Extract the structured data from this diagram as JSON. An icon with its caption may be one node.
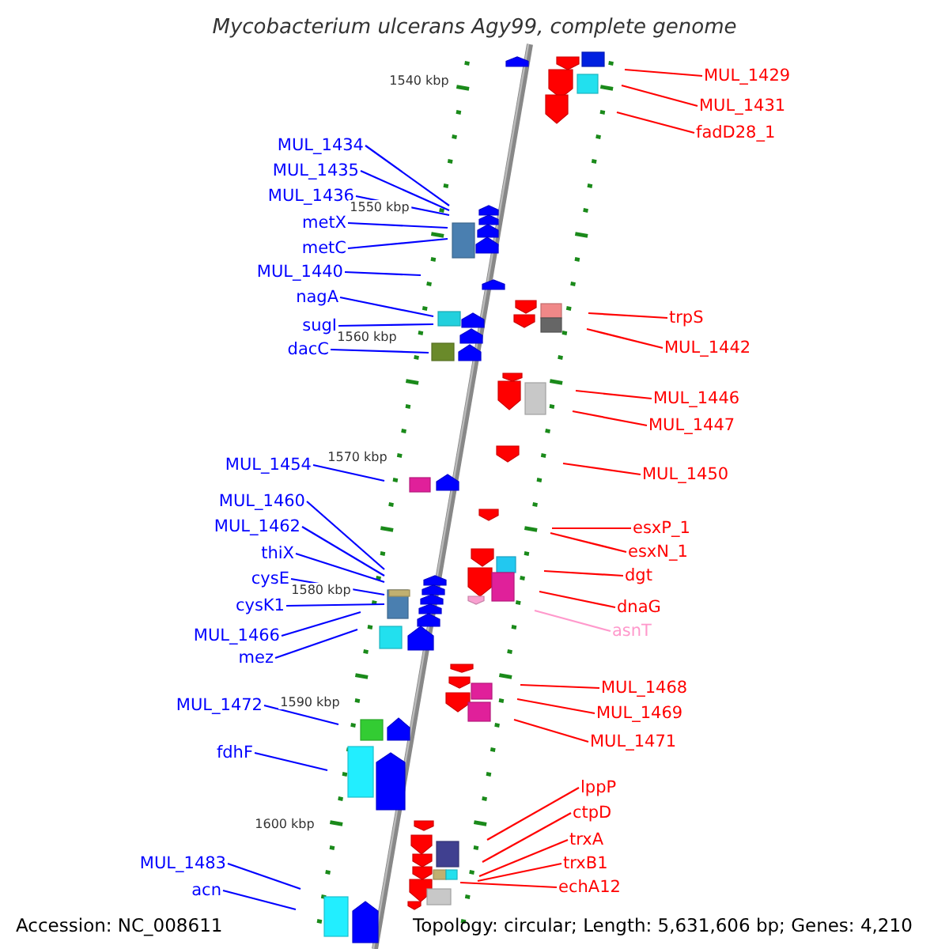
{
  "diagram": {
    "title": "Mycobacterium ulcerans Agy99, complete genome",
    "nodes": [
      {
        "text": [
          "MUL_1429"
        ]
      },
      {
        "text": [
          "MUL_1431"
        ]
      },
      {
        "text": [
          "fadD28_1"
        ]
      },
      {
        "text": [
          "MUL_1434"
        ]
      },
      {
        "text": [
          "MUL_1435"
        ]
      },
      {
        "text": [
          "MUL_1436"
        ]
      },
      {
        "text": [
          "metX"
        ]
      },
      {
        "text": [
          "metC"
        ]
      },
      {
        "text": [
          "MUL_1440"
        ]
      },
      {
        "text": [
          "nagA"
        ]
      },
      {
        "text": [
          "trpS"
        ]
      },
      {
        "text": [
          "sugI"
        ]
      },
      {
        "text": [
          "MUL_1442"
        ]
      },
      {
        "text": [
          "dacC"
        ]
      },
      {
        "text": [
          "MUL_1446"
        ]
      },
      {
        "text": [
          "MUL_1447"
        ]
      },
      {
        "text": [
          "MUL_1454"
        ]
      },
      {
        "text": [
          "MUL_1450"
        ]
      },
      {
        "text": [
          "MUL_1460"
        ]
      },
      {
        "text": [
          "MUL_1462"
        ]
      },
      {
        "text": [
          "esxP_1"
        ]
      },
      {
        "text": [
          "esxN_1"
        ]
      },
      {
        "text": [
          "thiX"
        ]
      },
      {
        "text": [
          "dgt"
        ]
      },
      {
        "text": [
          "cysE"
        ]
      },
      {
        "text": [
          "cysK1"
        ]
      },
      {
        "text": [
          "dnaG"
        ]
      },
      {
        "text": [
          "asnT"
        ]
      },
      {
        "text": [
          "MUL_1466"
        ]
      },
      {
        "text": [
          "mez"
        ]
      },
      {
        "text": [
          "MUL_1468"
        ]
      },
      {
        "text": [
          "MUL_1472"
        ]
      },
      {
        "text": [
          "MUL_1469"
        ]
      },
      {
        "text": [
          "MUL_1471"
        ]
      },
      {
        "text": [
          "fdhF"
        ]
      },
      {
        "text": [
          "lppP"
        ]
      },
      {
        "text": [
          "ctpD"
        ]
      },
      {
        "text": [
          "trxA"
        ]
      },
      {
        "text": [
          "MUL_1483"
        ]
      },
      {
        "text": [
          "trxB1"
        ]
      },
      {
        "text": [
          "echA12"
        ]
      },
      {
        "text": [
          "acn"
        ]
      }
    ],
    "edges": [
      {
        "from": 0,
        "to": null,
        "arrow": "none",
        "color": "#ff0000"
      },
      {
        "from": 1,
        "to": null,
        "arrow": "none",
        "color": "#ff0000"
      },
      {
        "from": 2,
        "to": null,
        "arrow": "none",
        "color": "#ff0000"
      },
      {
        "from": 3,
        "to": null,
        "arrow": "none"
      },
      {
        "from": 4,
        "to": null,
        "arrow": "none"
      },
      {
        "from": 5,
        "to": null,
        "arrow": "none"
      },
      {
        "from": 6,
        "to": null,
        "arrow": "none"
      },
      {
        "from": 7,
        "to": null,
        "arrow": "none"
      },
      {
        "from": 8,
        "to": null,
        "arrow": "none"
      },
      {
        "from": 9,
        "to": null,
        "arrow": "none"
      },
      {
        "from": 10,
        "to": null,
        "arrow": "none",
        "color": "#ff0000"
      },
      {
        "from": 11,
        "to": null,
        "arrow": "none"
      },
      {
        "from": 12,
        "to": null,
        "arrow": "none",
        "color": "#ff0000"
      },
      {
        "from": 13,
        "to": null,
        "arrow": "none"
      },
      {
        "from": 14,
        "to": null,
        "arrow": "none",
        "color": "#ff0000"
      },
      {
        "from": 15,
        "to": null,
        "arrow": "none",
        "color": "#ff0000"
      },
      {
        "from": 16,
        "to": null,
        "arrow": "none"
      },
      {
        "from": 17,
        "to": null,
        "arrow": "none",
        "color": "#ff0000"
      },
      {
        "from": 18,
        "to": null,
        "arrow": "none"
      },
      {
        "from": 19,
        "to": null,
        "arrow": "none"
      },
      {
        "from": 20,
        "to": null,
        "arrow": "none",
        "color": "#ff0000"
      },
      {
        "from": 21,
        "to": null,
        "arrow": "none",
        "color": "#ff0000"
      },
      {
        "from": 22,
        "to": null,
        "arrow": "none"
      },
      {
        "from": 23,
        "to": null,
        "arrow": "none",
        "color": "#ff0000"
      },
      {
        "from": 24,
        "to": null,
        "arrow": "none"
      },
      {
        "from": 25,
        "to": null,
        "arrow": "none"
      },
      {
        "from": 26,
        "to": null,
        "arrow": "none",
        "color": "#ff0000"
      },
      {
        "from": 27,
        "to": null,
        "arrow": "none",
        "color": "#ff99cc"
      },
      {
        "from": 28,
        "to": null,
        "arrow": "none"
      },
      {
        "from": 29,
        "to": null,
        "arrow": "none"
      },
      {
        "from": 30,
        "to": null,
        "arrow": "none",
        "color": "#ff0000"
      },
      {
        "from": 31,
        "to": null,
        "arrow": "none"
      },
      {
        "from": 32,
        "to": null,
        "arrow": "none",
        "color": "#ff0000"
      },
      {
        "from": 33,
        "to": null,
        "arrow": "none",
        "color": "#ff0000"
      },
      {
        "from": 34,
        "to": null,
        "arrow": "none"
      },
      {
        "from": 35,
        "to": null,
        "arrow": "none",
        "color": "#ff0000"
      },
      {
        "from": 36,
        "to": null,
        "arrow": "none",
        "color": "#ff0000"
      },
      {
        "from": 37,
        "to": null,
        "arrow": "none",
        "color": "#ff0000"
      },
      {
        "from": 38,
        "to": null,
        "arrow": "none"
      },
      {
        "from": 39,
        "to": null,
        "arrow": "none",
        "color": "#ff0000"
      },
      {
        "from": 40,
        "to": null,
        "arrow": "none",
        "color": "#ff0000"
      },
      {
        "from": 41,
        "to": null,
        "arrow": "none"
      }
    ],
    "labels": [
      "1540 kbp",
      "1550 kbp",
      "1560 kbp",
      "1570 kbp",
      "1580 kbp",
      "1590 kbp",
      "1600 kbp",
      "Accession: NC_008611",
      "Topology: circular; Length: 5,631,606 bp; Genes: 4,210"
    ]
  }
}
